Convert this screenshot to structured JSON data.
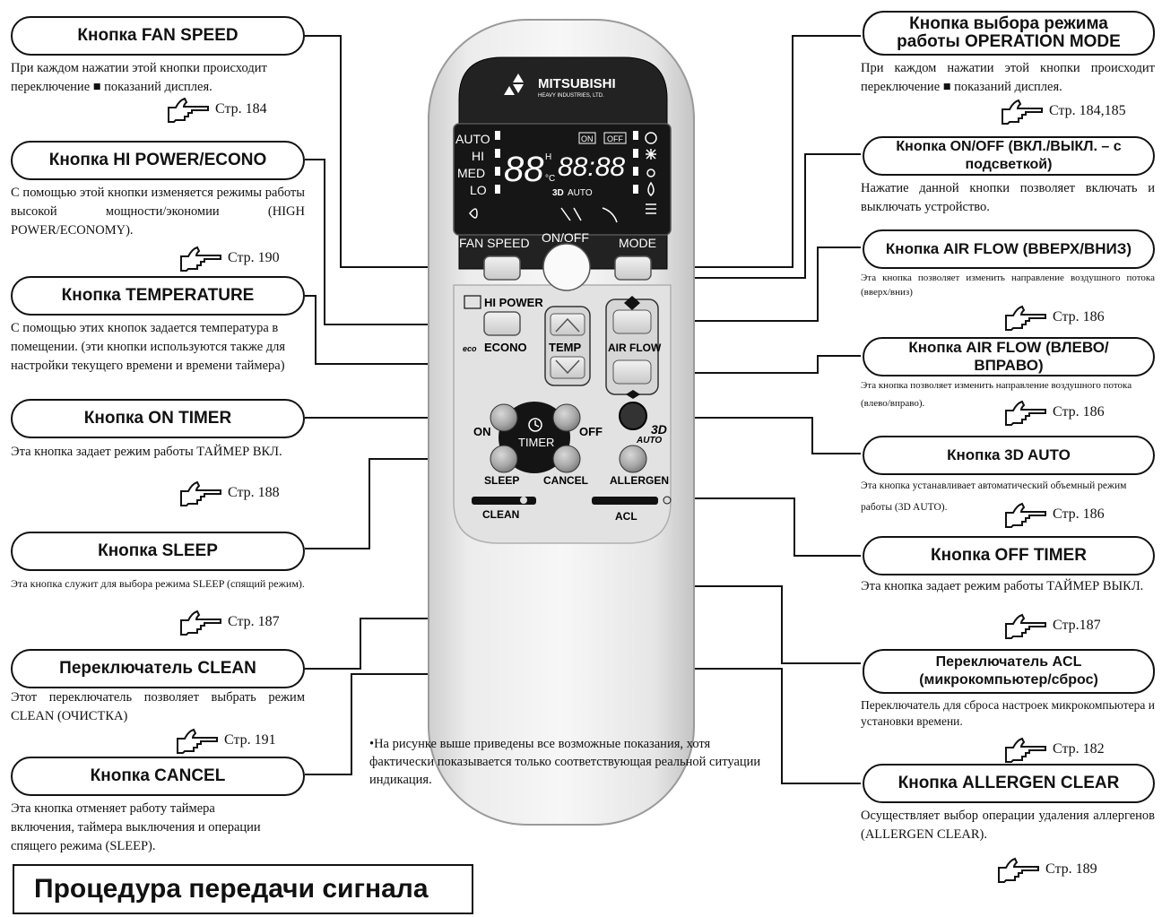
{
  "remote": {
    "brand": "MITSUBISHI",
    "brand_sub": "HEAVY INDUSTRIES, LTD.",
    "lcd": {
      "left_labels": [
        "AUTO",
        "HI",
        "MED",
        "LO"
      ],
      "temp_digits": "88",
      "temp_unit_h": "H",
      "temp_unit_c": "°C",
      "time_digits": "88:88",
      "on_label": "ON",
      "off_label": "OFF",
      "mode_3d": "3D",
      "mode_auto": "AUTO"
    },
    "labels": {
      "fan_speed": "FAN SPEED",
      "on_off": "ON/OFF",
      "mode": "MODE",
      "hi_power": "HI POWER",
      "econo": "ECONO",
      "econo_prefix": "eco",
      "temp": "TEMP",
      "air_flow": "AIR FLOW",
      "on": "ON",
      "off": "OFF",
      "timer": "TIMER",
      "auto_3d_a": "3D",
      "auto_3d_b": "AUTO",
      "sleep": "SLEEP",
      "cancel": "CANCEL",
      "allergen": "ALLERGEN",
      "clean": "CLEAN",
      "acl": "ACL"
    }
  },
  "callouts": {
    "fan_speed": {
      "title": "Кнопка FAN SPEED",
      "desc": "При каждом нажатии этой кнопки происходит переключение ■ показаний дисплея.",
      "ref": "Стр. 184"
    },
    "hi_power": {
      "title": "Кнопка HI POWER/ECONO",
      "desc": "С помощью этой кнопки изменяется режимы работы высокой мощности/экономии (HIGH POWER/ECONOMY).",
      "ref": "Стр. 190"
    },
    "temperature": {
      "title": "Кнопка  TEMPERATURE",
      "desc": "С помощью этих кнопок задается температура в помещении. (эти кнопки используются также для настройки текущего времени и времени таймера)",
      "ref": ""
    },
    "on_timer": {
      "title": "Кнопка ON TIMER",
      "desc": "Эта кнопка задает режим работы ТАЙМЕР ВКЛ.",
      "ref": "Стр. 188"
    },
    "sleep": {
      "title": "Кнопка SLEEP",
      "desc": "Эта кнопка служит для выбора режима SLEEP (спящий режим).",
      "ref": "Стр. 187"
    },
    "clean": {
      "title": "Переключатель CLEAN",
      "desc": "Этот переключатель позволяет выбрать режим CLEAN (ОЧИСТКА)",
      "ref": "Стр. 191"
    },
    "cancel": {
      "title": "Кнопка CANCEL",
      "desc": "Эта кнопка отменяет работу таймера включения, таймера выключения и операции  спящего режима (SLEEP).",
      "ref": ""
    },
    "operation_mode": {
      "title": "Кнопка выбора режима работы  OPERATION MODE",
      "desc": "При каждом нажатии этой кнопки происходит переключение ■ показаний дисплея.",
      "ref": "Стр. 184,185"
    },
    "on_off": {
      "title": "Кнопка ON/OFF (ВКЛ./ВЫКЛ. – с подсветкой)",
      "desc": "Нажатие данной кнопки позволяет включать и выключать устройство.",
      "ref": ""
    },
    "air_flow_ud": {
      "title": "Кнопка AIR FLOW (ВВЕРХ/ВНИЗ)",
      "desc": "Эта кнопка позволяет изменить направление воздушного потока (вверх/вниз)",
      "ref": "Стр. 186"
    },
    "air_flow_lr": {
      "title": "Кнопка AIR FLOW (ВЛЕВО/ВПРАВО)",
      "desc": "Эта кнопка позволяет изменить направление воздушного потока (влево/вправо).",
      "ref": "Стр. 186"
    },
    "auto_3d": {
      "title": "Кнопка 3D AUTO",
      "desc": "Эта кнопка устанавливает автоматический объемный режим работы (3D AUTO).",
      "ref": "Стр. 186"
    },
    "off_timer": {
      "title": "Кнопка OFF TIMER",
      "desc": "Эта кнопка задает  режим работы ТАЙМЕР ВЫКЛ.",
      "ref": "Стр.187"
    },
    "acl": {
      "title": "Переключатель ACL (микрокомпьютер/сброс)",
      "desc": "Переключатель для сброса настроек микрокомпьютера и установки времени.",
      "ref": "Стр. 182"
    },
    "allergen": {
      "title": "Кнопка ALLERGEN CLEAR",
      "desc": "Осуществляет выбор операции удаления аллергенов (ALLERGEN  CLEAR).",
      "ref": "Стр. 189"
    }
  },
  "note": "•На рисунке выше приведены все возможные показания, хотя фактически показывается только соответствующая реальной ситуации индикация.",
  "section_title": "Процедура передачи сигнала"
}
